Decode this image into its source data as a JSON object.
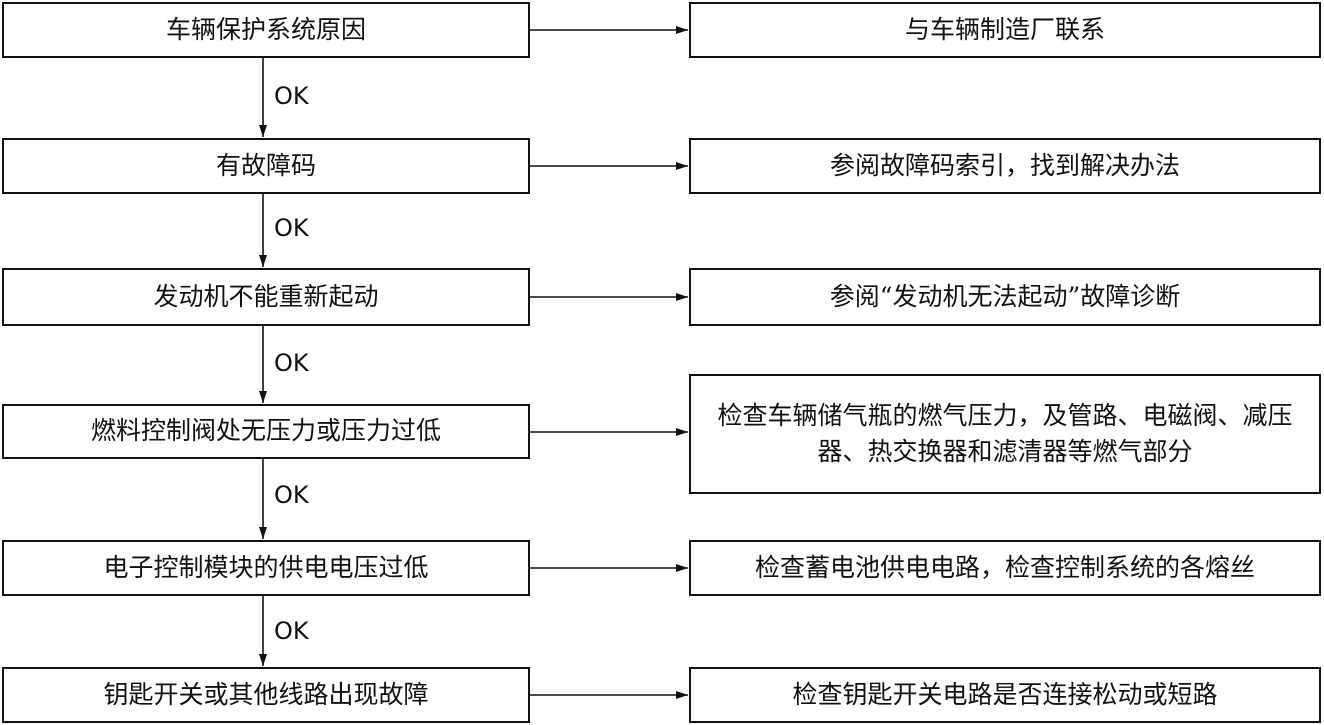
{
  "flowchart": {
    "ok_label": "OK",
    "steps": [
      {
        "condition": "车辆保护系统原因",
        "action": "与车辆制造厂联系"
      },
      {
        "condition": "有故障码",
        "action": "参阅故障码索引，找到解决办法"
      },
      {
        "condition": "发动机不能重新起动",
        "action": "参阅“发动机无法起动”故障诊断"
      },
      {
        "condition": "燃料控制阀处无压力或压力过低",
        "action": "检查车辆储气瓶的燃气压力，及管路、电磁阀、减压器、热交换器和滤清器等燃气部分"
      },
      {
        "condition": "电子控制模块的供电电压过低",
        "action": "检查蓄电池供电电路，检查控制系统的各熔丝"
      },
      {
        "condition": "钥匙开关或其他线路出现故障",
        "action": "检查钥匙开关电路是否连接松动或短路"
      }
    ]
  }
}
